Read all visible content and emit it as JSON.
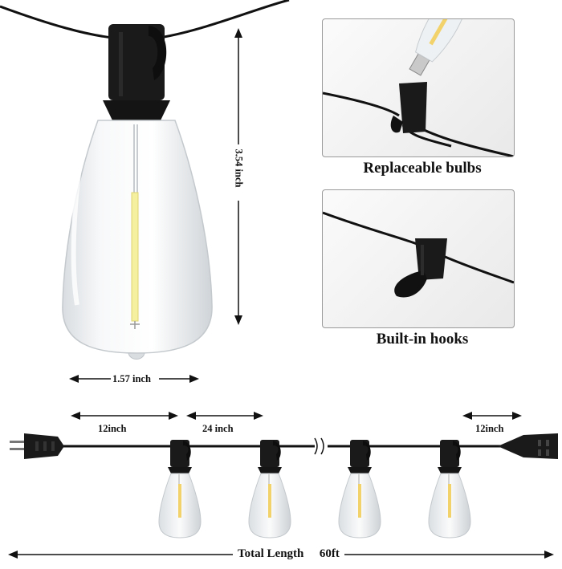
{
  "panels": {
    "top": {
      "caption": "Replaceable bulbs"
    },
    "bottom": {
      "caption": "Built-in hooks"
    }
  },
  "dimensions": {
    "bulb_height": "3.54 inch",
    "bulb_width": "1.57 inch",
    "plug_to_first": "12inch",
    "bulb_spacing": "24 inch",
    "last_to_socket": "12inch"
  },
  "total": {
    "label": "Total Length",
    "value": "60ft"
  },
  "colors": {
    "socket": "#1a1a1a",
    "cord": "#111111",
    "filament_lit": "#f2d36b",
    "filament_main": "#f4f0a0",
    "glass": "#eef1f3"
  }
}
